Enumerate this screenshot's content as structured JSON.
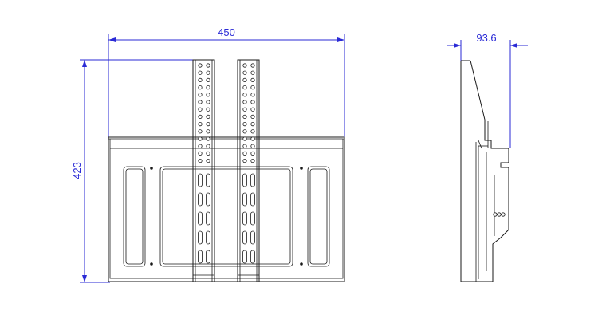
{
  "front_view": {
    "width_label": "450",
    "height_label": "423"
  },
  "side_view": {
    "depth_label": "93.6"
  },
  "colors": {
    "dimension": "#2a2ad6",
    "outline": "#1a1a1a",
    "background": "#ffffff"
  }
}
